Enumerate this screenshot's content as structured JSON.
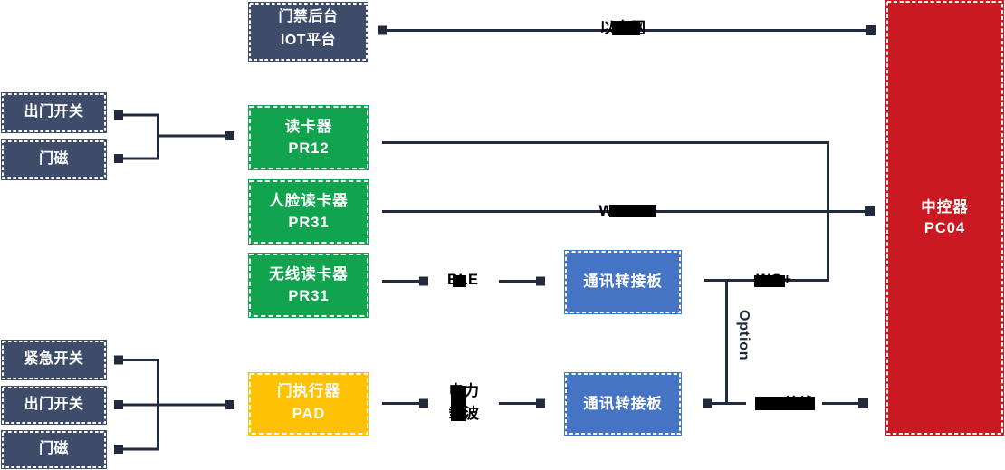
{
  "diagram": {
    "boxes": {
      "iot_platform": {
        "line1": "门禁后台",
        "line2": "IOT平台"
      },
      "exit_switch_1": {
        "line1": "出门开关"
      },
      "door_magnet_1": {
        "line1": "门磁"
      },
      "card_reader": {
        "line1": "读卡器",
        "line2": "PR12"
      },
      "face_reader": {
        "line1": "人脸读卡器",
        "line2": "PR31"
      },
      "wireless_reader": {
        "line1": "无线读卡器",
        "line2": "PR31"
      },
      "emergency_switch": {
        "line1": "紧急开关"
      },
      "exit_switch_2": {
        "line1": "出门开关"
      },
      "door_magnet_2": {
        "line1": "门磁"
      },
      "door_actuator": {
        "line1": "门执行器",
        "line2": "PAD"
      },
      "comm_adapter_1": {
        "line1": "通讯转接板"
      },
      "comm_adapter_2": {
        "line1": "通讯转接板"
      },
      "controller": {
        "line1": "中控器",
        "line2": "PC04"
      }
    },
    "connector_labels": {
      "ethernet": "以太网",
      "wg_x8": "WG+x8",
      "ble": "BLE",
      "wg": "WG+",
      "option": "Option",
      "iot_bus": "IOT总线",
      "plc_line1": "电力",
      "plc_line2": "载波"
    },
    "colors": {
      "navy_box": "#3C4A67",
      "green_box": "#0FA24D",
      "blue_box": "#4472C4",
      "red_box": "#C9161D",
      "yellow_box": "#FFC000",
      "wire": "#222B3C",
      "label_text": "#000000",
      "box_text": "#FFFFFF",
      "background": "#FFFFFF"
    }
  }
}
